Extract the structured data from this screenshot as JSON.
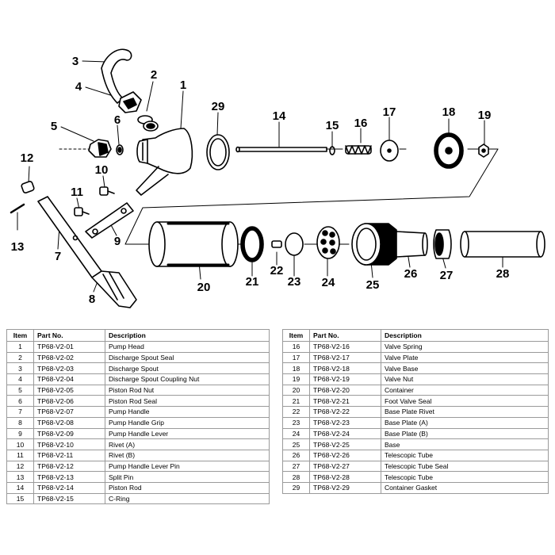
{
  "labels": [
    "1",
    "2",
    "3",
    "4",
    "5",
    "6",
    "7",
    "8",
    "9",
    "10",
    "11",
    "12",
    "13",
    "14",
    "15",
    "16",
    "17",
    "18",
    "19",
    "20",
    "21",
    "22",
    "23",
    "24",
    "25",
    "26",
    "27",
    "28",
    "29"
  ],
  "table": {
    "headers": {
      "item": "Item",
      "part_no": "Part No.",
      "description": "Description"
    },
    "left_rows": [
      {
        "item": "1",
        "part_no": "TP68-V2-01",
        "description": "Pump Head"
      },
      {
        "item": "2",
        "part_no": "TP68-V2-02",
        "description": "Discharge Spout Seal"
      },
      {
        "item": "3",
        "part_no": "TP68-V2-03",
        "description": "Discharge Spout"
      },
      {
        "item": "4",
        "part_no": "TP68-V2-04",
        "description": "Discharge Spout Coupling Nut"
      },
      {
        "item": "5",
        "part_no": "TP68-V2-05",
        "description": "Piston Rod Nut"
      },
      {
        "item": "6",
        "part_no": "TP68-V2-06",
        "description": "Piston Rod Seal"
      },
      {
        "item": "7",
        "part_no": "TP68-V2-07",
        "description": "Pump Handle"
      },
      {
        "item": "8",
        "part_no": "TP68-V2-08",
        "description": "Pump Handle Grip"
      },
      {
        "item": "9",
        "part_no": "TP68-V2-09",
        "description": "Pump Handle Lever"
      },
      {
        "item": "10",
        "part_no": "TP68-V2-10",
        "description": "Rivet (A)"
      },
      {
        "item": "11",
        "part_no": "TP68-V2-11",
        "description": "Rivet (B)"
      },
      {
        "item": "12",
        "part_no": "TP68-V2-12",
        "description": "Pump Handle Lever Pin"
      },
      {
        "item": "13",
        "part_no": "TP68-V2-13",
        "description": "Split Pin"
      },
      {
        "item": "14",
        "part_no": "TP68-V2-14",
        "description": "Piston Rod"
      },
      {
        "item": "15",
        "part_no": "TP68-V2-15",
        "description": "C-Ring"
      }
    ],
    "right_rows": [
      {
        "item": "16",
        "part_no": "TP68-V2-16",
        "description": "Valve Spring"
      },
      {
        "item": "17",
        "part_no": "TP68-V2-17",
        "description": "Valve Plate"
      },
      {
        "item": "18",
        "part_no": "TP68-V2-18",
        "description": "Valve Base"
      },
      {
        "item": "19",
        "part_no": "TP68-V2-19",
        "description": "Valve Nut"
      },
      {
        "item": "20",
        "part_no": "TP68-V2-20",
        "description": "Container"
      },
      {
        "item": "21",
        "part_no": "TP68-V2-21",
        "description": "Foot Valve Seal"
      },
      {
        "item": "22",
        "part_no": "TP68-V2-22",
        "description": "Base Plate Rivet"
      },
      {
        "item": "23",
        "part_no": "TP68-V2-23",
        "description": "Base Plate (A)"
      },
      {
        "item": "24",
        "part_no": "TP68-V2-24",
        "description": "Base Plate (B)"
      },
      {
        "item": "25",
        "part_no": "TP68-V2-25",
        "description": "Base"
      },
      {
        "item": "26",
        "part_no": "TP68-V2-26",
        "description": "Telescopic Tube"
      },
      {
        "item": "27",
        "part_no": "TP68-V2-27",
        "description": "Telescopic Tube Seal"
      },
      {
        "item": "28",
        "part_no": "TP68-V2-28",
        "description": "Telescopic Tube"
      },
      {
        "item": "29",
        "part_no": "TP68-V2-29",
        "description": "Container Gasket"
      }
    ]
  }
}
